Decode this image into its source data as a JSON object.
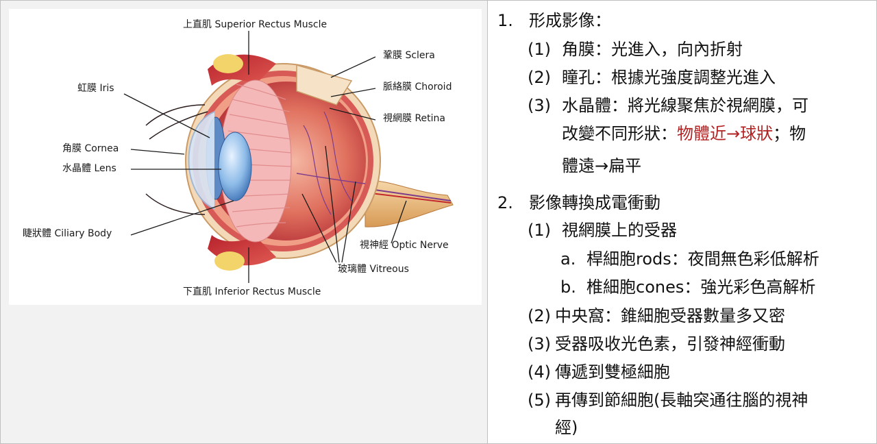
{
  "diagram": {
    "labels": {
      "superior_rectus": "上直肌 Superior Rectus Muscle",
      "sclera": "鞏膜 Sclera",
      "iris": "虹膜 Iris",
      "choroid": "脈絡膜 Choroid",
      "retina": "視網膜 Retina",
      "cornea": "角膜 Cornea",
      "lens": "水晶體 Lens",
      "ciliary_body": "睫狀體 Ciliary Body",
      "optic_nerve": "視神經 Optic Nerve",
      "vitreous": "玻璃體 Vitreous",
      "inferior_rectus": "下直肌 Inferior Rectus Muscle"
    }
  },
  "notes": {
    "s1": {
      "num": "1.",
      "title": "形成影像："
    },
    "s1_1": {
      "num": "(1)",
      "text": "角膜：光進入，向內折射"
    },
    "s1_2": {
      "num": "(2)",
      "text": "瞳孔：根據光強度調整光進入"
    },
    "s1_3": {
      "num": "(3)",
      "line1": "水晶體：將光線聚焦於視網膜，可",
      "line2_prefix": "改變不同形狀：",
      "line2_red": "物體近→球狀",
      "line2_suffix": "；物",
      "line3": "體遠→扁平"
    },
    "s2": {
      "num": "2.",
      "title": "影像轉換成電衝動"
    },
    "s2_1": {
      "num": "(1)",
      "text": "視網膜上的受器"
    },
    "s2_1a": {
      "num": "a.",
      "text": "桿細胞rods：夜間無色彩低解析"
    },
    "s2_1b": {
      "num": "b.",
      "text": "椎細胞cones：強光彩色高解析"
    },
    "s2_2": {
      "num": "(2)",
      "text": "中央窩：錐細胞受器數量多又密"
    },
    "s2_3": {
      "num": "(3)",
      "text": "受器吸收光色素，引發神經衝動"
    },
    "s2_4": {
      "num": "(4)",
      "text": "傳遞到雙極細胞"
    },
    "s2_5": {
      "num": "(5)",
      "line1": "再傳到節細胞(長軸突通往腦的視神",
      "line2": "經)"
    }
  },
  "colors": {
    "highlight_red": "#b22222",
    "left_panel_bg": "#f2f2f2"
  }
}
